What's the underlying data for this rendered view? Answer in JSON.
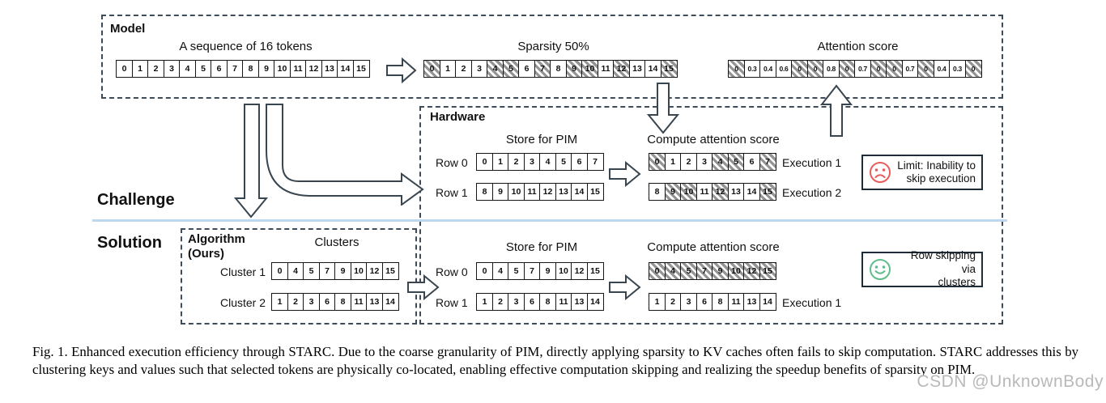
{
  "colors": {
    "dash_border": "#3e4c59",
    "divider_blue": "#bdd7ee",
    "limit_red": "#e85c5c",
    "benefit_green": "#5fbd8c",
    "hatch_gray": "#949494"
  },
  "model": {
    "title": "Model",
    "sequence": {
      "title": "A sequence of 16 tokens",
      "cells": [
        {
          "v": "0"
        },
        {
          "v": "1"
        },
        {
          "v": "2"
        },
        {
          "v": "3"
        },
        {
          "v": "4"
        },
        {
          "v": "5"
        },
        {
          "v": "6"
        },
        {
          "v": "7"
        },
        {
          "v": "8"
        },
        {
          "v": "9"
        },
        {
          "v": "10"
        },
        {
          "v": "11"
        },
        {
          "v": "12"
        },
        {
          "v": "13"
        },
        {
          "v": "14"
        },
        {
          "v": "15"
        }
      ]
    },
    "sparsity": {
      "title": "Sparsity 50%",
      "cells": [
        {
          "v": "0",
          "h": true
        },
        {
          "v": "1"
        },
        {
          "v": "2"
        },
        {
          "v": "3"
        },
        {
          "v": "4",
          "h": true
        },
        {
          "v": "5",
          "h": true
        },
        {
          "v": "6"
        },
        {
          "v": "7",
          "h": true
        },
        {
          "v": "8"
        },
        {
          "v": "9",
          "h": true
        },
        {
          "v": "10",
          "h": true
        },
        {
          "v": "11"
        },
        {
          "v": "12",
          "h": true
        },
        {
          "v": "13"
        },
        {
          "v": "14"
        },
        {
          "v": "15",
          "h": true
        }
      ]
    },
    "attention": {
      "title": "Attention score",
      "cells": [
        {
          "v": "0",
          "h": true
        },
        {
          "v": "0.3"
        },
        {
          "v": "0.4"
        },
        {
          "v": "0.6"
        },
        {
          "v": "0",
          "h": true
        },
        {
          "v": "0",
          "h": true
        },
        {
          "v": "0.8"
        },
        {
          "v": "0",
          "h": true
        },
        {
          "v": "0.7"
        },
        {
          "v": "0",
          "h": true
        },
        {
          "v": "0",
          "h": true
        },
        {
          "v": "0.7"
        },
        {
          "v": "0",
          "h": true
        },
        {
          "v": "0.4"
        },
        {
          "v": "0.3"
        },
        {
          "v": "0",
          "h": true
        }
      ]
    }
  },
  "challenge_label": "Challenge",
  "solution_label": "Solution",
  "hardware": {
    "title": "Hardware",
    "store_title": "Store for PIM",
    "compute_title": "Compute attention score",
    "row0_label": "Row 0",
    "row1_label": "Row 1",
    "exec1_label": "Execution 1",
    "exec2_label": "Execution 2",
    "row0_store": [
      {
        "v": "0"
      },
      {
        "v": "1"
      },
      {
        "v": "2"
      },
      {
        "v": "3"
      },
      {
        "v": "4"
      },
      {
        "v": "5"
      },
      {
        "v": "6"
      },
      {
        "v": "7"
      }
    ],
    "row1_store": [
      {
        "v": "8"
      },
      {
        "v": "9"
      },
      {
        "v": "10"
      },
      {
        "v": "11"
      },
      {
        "v": "12"
      },
      {
        "v": "13"
      },
      {
        "v": "14"
      },
      {
        "v": "15"
      }
    ],
    "row0_compute": [
      {
        "v": "0",
        "h": true
      },
      {
        "v": "1"
      },
      {
        "v": "2"
      },
      {
        "v": "3"
      },
      {
        "v": "4",
        "h": true
      },
      {
        "v": "5",
        "h": true
      },
      {
        "v": "6"
      },
      {
        "v": "7",
        "h": true
      }
    ],
    "row1_compute": [
      {
        "v": "8"
      },
      {
        "v": "9",
        "h": true
      },
      {
        "v": "10",
        "h": true
      },
      {
        "v": "11"
      },
      {
        "v": "12",
        "h": true
      },
      {
        "v": "13"
      },
      {
        "v": "14"
      },
      {
        "v": "15",
        "h": true
      }
    ],
    "limit_note": {
      "line1": "Limit: Inability to",
      "line2": "skip execution"
    }
  },
  "algorithm": {
    "title_line1": "Algorithm",
    "title_line2": "(Ours)",
    "clusters_title": "Clusters",
    "cluster1_label": "Cluster 1",
    "cluster2_label": "Cluster 2",
    "cluster1_cells": [
      {
        "v": "0"
      },
      {
        "v": "4"
      },
      {
        "v": "5"
      },
      {
        "v": "7"
      },
      {
        "v": "9"
      },
      {
        "v": "10"
      },
      {
        "v": "12"
      },
      {
        "v": "15"
      }
    ],
    "cluster2_cells": [
      {
        "v": "1"
      },
      {
        "v": "2"
      },
      {
        "v": "3"
      },
      {
        "v": "6"
      },
      {
        "v": "8"
      },
      {
        "v": "11"
      },
      {
        "v": "13"
      },
      {
        "v": "14"
      }
    ]
  },
  "solution_hw": {
    "store_title": "Store for PIM",
    "compute_title": "Compute attention score",
    "row0_label": "Row 0",
    "row1_label": "Row 1",
    "exec1_label": "Execution 1",
    "row0_store": [
      {
        "v": "0"
      },
      {
        "v": "4"
      },
      {
        "v": "5"
      },
      {
        "v": "7"
      },
      {
        "v": "9"
      },
      {
        "v": "10"
      },
      {
        "v": "12"
      },
      {
        "v": "15"
      }
    ],
    "row1_store": [
      {
        "v": "1"
      },
      {
        "v": "2"
      },
      {
        "v": "3"
      },
      {
        "v": "6"
      },
      {
        "v": "8"
      },
      {
        "v": "11"
      },
      {
        "v": "13"
      },
      {
        "v": "14"
      }
    ],
    "row0_compute": [
      {
        "v": "0",
        "h": true
      },
      {
        "v": "4",
        "h": true
      },
      {
        "v": "5",
        "h": true
      },
      {
        "v": "7",
        "h": true
      },
      {
        "v": "9",
        "h": true
      },
      {
        "v": "10",
        "h": true
      },
      {
        "v": "12",
        "h": true
      },
      {
        "v": "15",
        "h": true
      }
    ],
    "row1_compute": [
      {
        "v": "1"
      },
      {
        "v": "2"
      },
      {
        "v": "3"
      },
      {
        "v": "6"
      },
      {
        "v": "8"
      },
      {
        "v": "11"
      },
      {
        "v": "13"
      },
      {
        "v": "14"
      }
    ],
    "benefit_note": {
      "line1": "Row skipping via",
      "line2": "clusters"
    }
  },
  "caption": "Fig. 1.  Enhanced execution efficiency through STARC. Due to the coarse granularity of PIM, directly applying sparsity to KV caches often fails to skip computation. STARC addresses this by clustering keys and values such that selected tokens are physically co-located, enabling effective computation skipping and realizing the speedup benefits of sparsity on PIM.",
  "watermark": "CSDN @UnknownBody"
}
